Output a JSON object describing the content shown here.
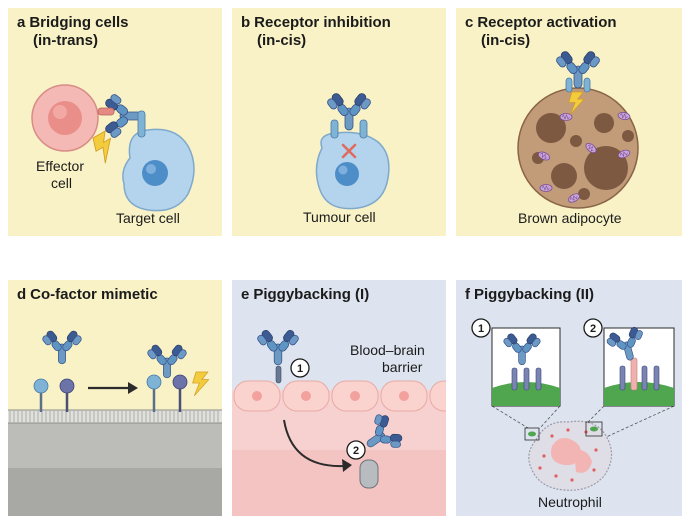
{
  "panels": {
    "a": {
      "letter": "a",
      "title": "Bridging cells",
      "subtitle": "(in-trans)",
      "effector_line1": "Effector",
      "effector_line2": "cell",
      "target": "Target cell"
    },
    "b": {
      "letter": "b",
      "title": "Receptor inhibition",
      "subtitle": "(in-cis)",
      "cell": "Tumour cell"
    },
    "c": {
      "letter": "c",
      "title": "Receptor activation",
      "subtitle": "(in-cis)",
      "cell": "Brown adipocyte"
    },
    "d": {
      "letter": "d",
      "title": "Co-factor mimetic"
    },
    "e": {
      "letter": "e",
      "title": "Piggybacking (I)",
      "barrier_line1": "Blood–brain",
      "barrier_line2": "barrier",
      "step1": "1",
      "step2": "2"
    },
    "f": {
      "letter": "f",
      "title": "Piggybacking (II)",
      "step1": "1",
      "step2": "2",
      "cell": "Neutrophil"
    }
  },
  "colors": {
    "panel_top": "#f8f2c6",
    "panel_blue": "#dde4ef",
    "antibody_light": "#5f95c2",
    "antibody_dark": "#3d5b93",
    "effector_cell": "#f4b9b4",
    "target_cell": "#b4d3ec",
    "brown_cell": "#c29b79",
    "lipid": "#7c5940",
    "lightning": "#f2cc3d",
    "inhibition_x": "#e06a5e",
    "receptor_green": "#4fa64e",
    "endothelium": "#fbd3ce"
  },
  "icons": [
    "antibody-icon",
    "lightning-icon",
    "inhibition-x-icon",
    "arrow-icon",
    "receptor-icon",
    "mitochondrion-icon"
  ]
}
